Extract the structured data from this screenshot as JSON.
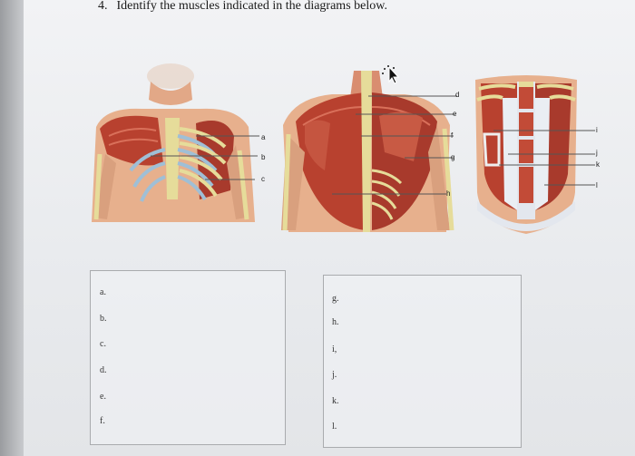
{
  "question": {
    "number": "4.",
    "text": "Identify the muscles indicated in the diagrams below."
  },
  "figure_labels": {
    "a": "a",
    "b": "b",
    "c": "c",
    "d": "d",
    "e": "e",
    "f": "f",
    "g": "g",
    "h": "h",
    "i": "i",
    "j": "j",
    "k": "k",
    "l": "l"
  },
  "answer_box_left": {
    "labels": [
      "a.",
      "b.",
      "c.",
      "d.",
      "e.",
      "f."
    ]
  },
  "answer_box_right": {
    "labels": [
      "g.",
      "h.",
      "i,",
      "j.",
      "k.",
      "l."
    ]
  },
  "colors": {
    "muscle": "#b8412f",
    "muscle_light": "#d9705a",
    "bone": "#e6dc9a",
    "cartilage": "#9fbfd6",
    "skin": "#e8b894"
  },
  "icons": [
    "cursor-arrow-icon"
  ]
}
